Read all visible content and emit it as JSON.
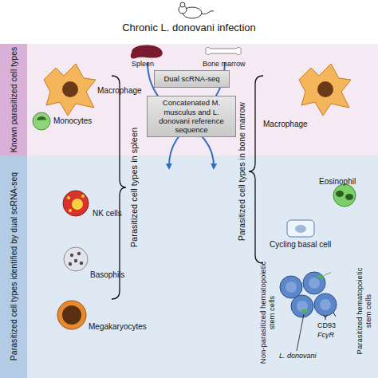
{
  "diagram": {
    "title": "Chronic L. donovani infection",
    "nodes": [
      {
        "text": [
          "Known parasitized cell types"
        ]
      },
      {
        "text": [
          "Parasitized cell types identified by dual scRNA-seq"
        ]
      },
      {
        "text": [
          "Dual scRNA-seq"
        ],
        "in": 0
      },
      {
        "text": [
          "Concatenated M. musculus and L. donovani reference sequence"
        ],
        "in": 0
      }
    ],
    "labels": [
      "Spleen",
      "Bone marrow",
      "Macrophage",
      "Monocytes",
      "NK cells",
      "Basophils",
      "Megakaryocytes",
      "Parasitized cell types in spleen",
      "Parasitized cell types in bone marrow",
      "Macrophage",
      "Eosinophil",
      "Cycling basal cell",
      "Non-parasitized hematopoietic stem cells",
      "CD93",
      "FcγR",
      "L. donovani",
      "Parasitized hematopoietic stem cells"
    ]
  }
}
